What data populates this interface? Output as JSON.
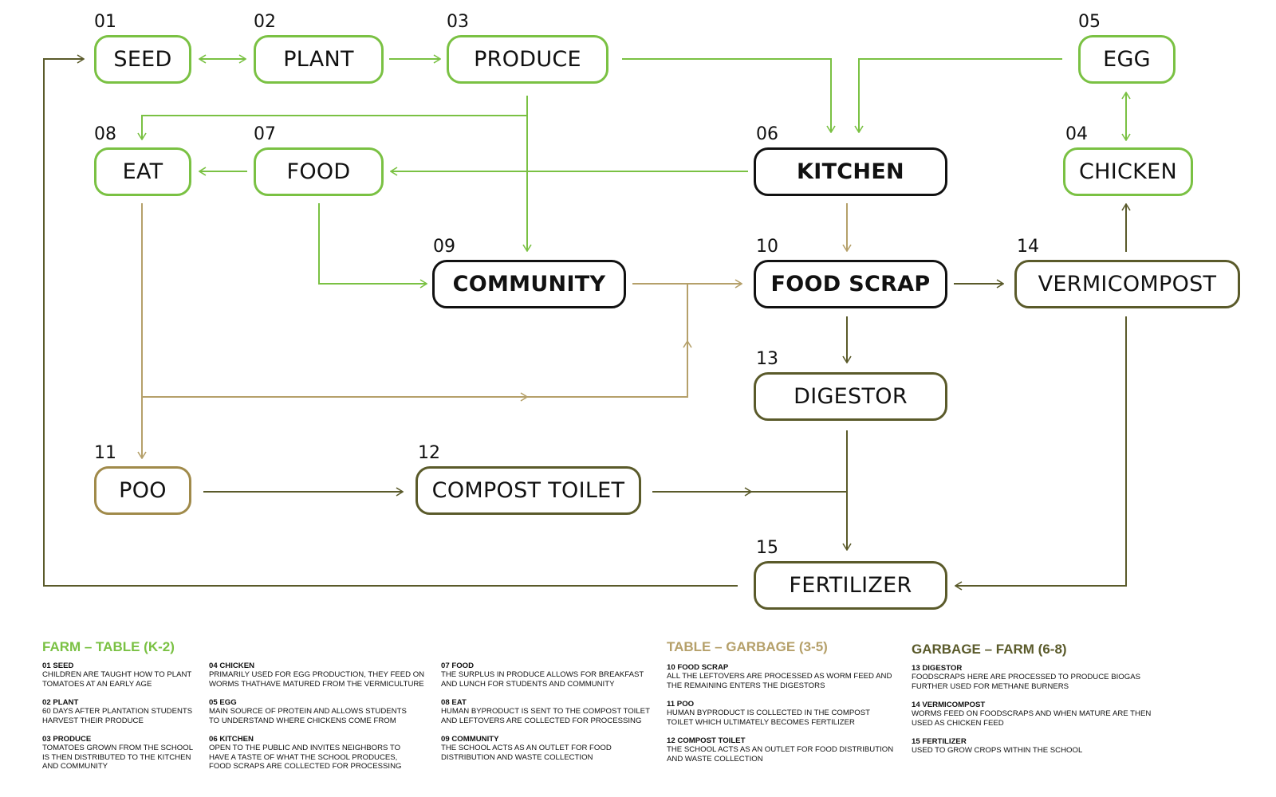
{
  "colors": {
    "green": "#7ac143",
    "tan": "#b5a06a",
    "olive": "#5a5a2a",
    "black": "#111111"
  },
  "nodes": {
    "seed": {
      "num": "01",
      "label": "SEED"
    },
    "plant": {
      "num": "02",
      "label": "PLANT"
    },
    "produce": {
      "num": "03",
      "label": "PRODUCE"
    },
    "chicken": {
      "num": "04",
      "label": "CHICKEN"
    },
    "egg": {
      "num": "05",
      "label": "EGG"
    },
    "kitchen": {
      "num": "06",
      "label": "KITCHEN"
    },
    "food": {
      "num": "07",
      "label": "FOOD"
    },
    "eat": {
      "num": "08",
      "label": "EAT"
    },
    "community": {
      "num": "09",
      "label": "COMMUNITY"
    },
    "foodscrap": {
      "num": "10",
      "label": "FOOD SCRAP"
    },
    "poo": {
      "num": "11",
      "label": "POO"
    },
    "toilet": {
      "num": "12",
      "label": "COMPOST TOILET"
    },
    "digestor": {
      "num": "13",
      "label": "DIGESTOR"
    },
    "vermi": {
      "num": "14",
      "label": "VERMICOMPOST"
    },
    "fertilizer": {
      "num": "15",
      "label": "FERTILIZER"
    }
  },
  "legend": {
    "farm": {
      "heading": "FARM – TABLE (K-2)",
      "col1": [
        {
          "title": "01 SEED",
          "desc": "CHILDREN ARE TAUGHT HOW TO PLANT TOMATOES AT AN EARLY AGE"
        },
        {
          "title": "02 PLANT",
          "desc": "60 DAYS AFTER PLANTATION STUDENTS HARVEST THEIR PRODUCE"
        },
        {
          "title": "03 PRODUCE",
          "desc": "TOMATOES GROWN FROM THE SCHOOL IS THEN DISTRIBUTED TO THE KITCHEN AND COMMUNITY"
        }
      ],
      "col2": [
        {
          "title": "04 CHICKEN",
          "desc": "PRIMARILY USED FOR EGG PRODUCTION, THEY FEED ON WORMS THATHAVE MATURED FROM THE VERMICULTURE"
        },
        {
          "title": "05 EGG",
          "desc": "MAIN SOURCE OF PROTEIN AND ALLOWS STUDENTS TO UNDERSTAND WHERE CHICKENS COME FROM"
        },
        {
          "title": "06 KITCHEN",
          "desc": "OPEN TO THE PUBLIC AND INVITES NEIGHBORS TO HAVE A TASTE OF WHAT THE SCHOOL PRODUCES, FOOD SCRAPS ARE COLLECTED FOR PROCESSING"
        }
      ],
      "col3": [
        {
          "title": "07 FOOD",
          "desc": "THE SURPLUS IN PRODUCE ALLOWS FOR BREAKFAST AND LUNCH FOR STUDENTS AND COMMUNITY"
        },
        {
          "title": "08 EAT",
          "desc": "HUMAN BYPRODUCT IS SENT TO THE COMPOST TOILET AND LEFTOVERS ARE COLLECTED FOR PROCESSING"
        },
        {
          "title": "09 COMMUNITY",
          "desc": "THE SCHOOL ACTS AS AN OUTLET FOR FOOD DISTRIBUTION AND WASTE COLLECTION"
        }
      ]
    },
    "table": {
      "heading": "TABLE – GARBAGE (3-5)",
      "items": [
        {
          "title": "10 FOOD SCRAP",
          "desc": "ALL THE LEFTOVERS ARE PROCESSED AS WORM FEED AND THE REMAINING ENTERS THE DIGESTORS"
        },
        {
          "title": "11 POO",
          "desc": "HUMAN BYPRODUCT IS COLLECTED IN THE COMPOST TOILET WHICH ULTIMATELY BECOMES FERTILIZER"
        },
        {
          "title": "12 COMPOST TOILET",
          "desc": "THE SCHOOL ACTS AS AN OUTLET FOR FOOD DISTRIBUTION AND WASTE COLLECTION"
        }
      ]
    },
    "garbage": {
      "heading": "GARBAGE – FARM (6-8)",
      "items": [
        {
          "title": "13 DIGESTOR",
          "desc": "FOODSCRAPS HERE ARE PROCESSED TO PRODUCE BIOGAS FURTHER USED FOR METHANE BURNERS"
        },
        {
          "title": "14 VERMICOMPOST",
          "desc": "WORMS FEED ON FOODSCRAPS AND WHEN MATURE ARE THEN USED AS CHICKEN FEED"
        },
        {
          "title": "15 FERTILIZER",
          "desc": "USED TO GROW CROPS WITHIN THE SCHOOL"
        }
      ]
    }
  }
}
